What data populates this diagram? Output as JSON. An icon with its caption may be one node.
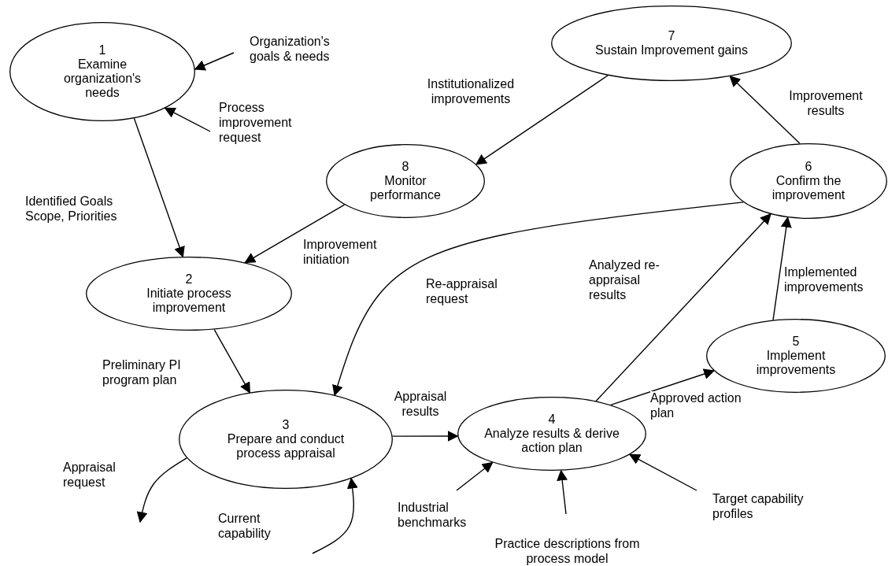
{
  "diagram": {
    "nodes": [
      {
        "text": [
          "1",
          "Examine organization's needs"
        ]
      },
      {
        "text": [
          "2",
          "Initiate process improvement"
        ]
      },
      {
        "text": [
          "3",
          "Prepare and conduct process appraisal"
        ]
      },
      {
        "text": [
          "4",
          "Analyze results & derive action plan"
        ]
      },
      {
        "text": [
          "5",
          "Implement improvements"
        ]
      },
      {
        "text": [
          "6",
          "Confirm the improvement"
        ]
      },
      {
        "text": [
          "7",
          "Sustain Improvement gains"
        ]
      },
      {
        "text": [
          "8",
          "Monitor performance"
        ]
      }
    ],
    "edges": [
      {
        "from": null,
        "to": 0,
        "arrow": "to",
        "label": "Organization's goals & needs"
      },
      {
        "from": null,
        "to": 0,
        "arrow": "to",
        "label": "Process improvement request"
      },
      {
        "from": 0,
        "to": 1,
        "arrow": "to",
        "label": "Identified Goals Scope, Priorities"
      },
      {
        "from": 7,
        "to": 1,
        "arrow": "to",
        "label": "Improvement initiation"
      },
      {
        "from": 1,
        "to": 2,
        "arrow": "to",
        "label": "Preliminary PI program plan"
      },
      {
        "from": 2,
        "to": null,
        "arrow": "to",
        "label": "Appraisal request"
      },
      {
        "from": null,
        "to": 2,
        "arrow": "to",
        "label": "Current capability"
      },
      {
        "from": 2,
        "to": 3,
        "arrow": "to",
        "label": "Appraisal results"
      },
      {
        "from": null,
        "to": 3,
        "arrow": "to",
        "label": "Industrial benchmarks"
      },
      {
        "from": null,
        "to": 3,
        "arrow": "to",
        "label": "Practice descriptions from process model"
      },
      {
        "from": null,
        "to": 3,
        "arrow": "to",
        "label": "Target capability profiles"
      },
      {
        "from": 3,
        "to": 4,
        "arrow": "to",
        "label": "Approved action plan"
      },
      {
        "from": 3,
        "to": 5,
        "arrow": "to",
        "label": "Analyzed re-appraisal results"
      },
      {
        "from": 4,
        "to": 5,
        "arrow": "to",
        "label": "Implemented improvements"
      },
      {
        "from": 5,
        "to": 6,
        "arrow": "to",
        "label": "Improvement results"
      },
      {
        "from": 6,
        "to": 7,
        "arrow": "to",
        "label": "Institutionalized improvements"
      },
      {
        "from": 5,
        "to": 2,
        "arrow": "to",
        "label": "Re-appraisal request"
      }
    ]
  }
}
